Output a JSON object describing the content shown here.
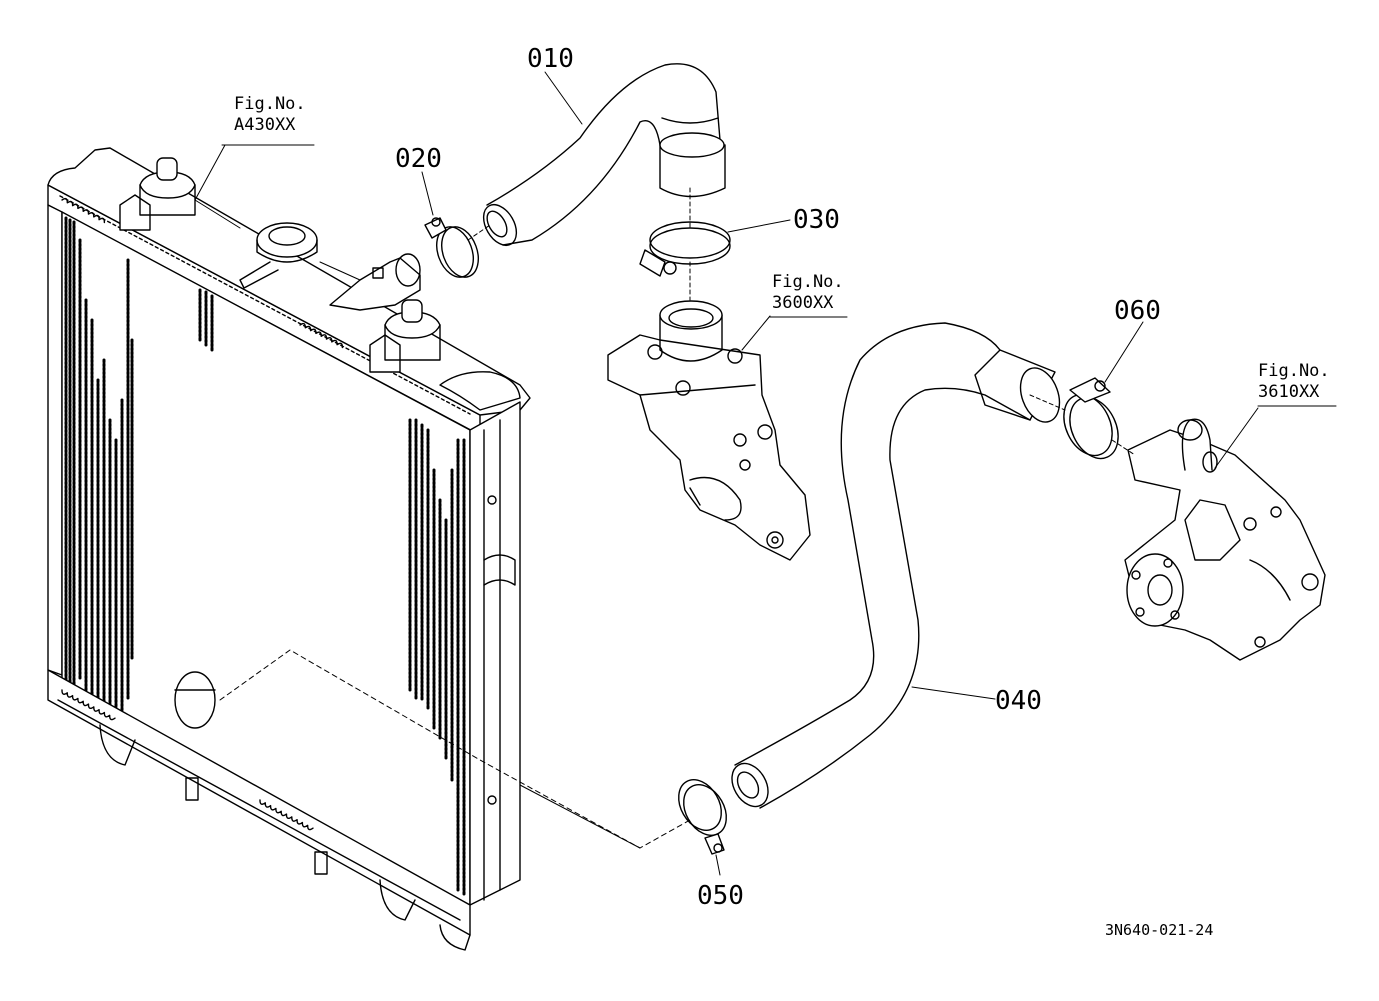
{
  "parts": [
    {
      "id": "010"
    },
    {
      "id": "020"
    },
    {
      "id": "030"
    },
    {
      "id": "040"
    },
    {
      "id": "050"
    },
    {
      "id": "060"
    }
  ],
  "figure_refs": [
    {
      "line1": "Fig.No.",
      "line2": "A430XX"
    },
    {
      "line1": "Fig.No.",
      "line2": "3600XX"
    },
    {
      "line1": "Fig.No.",
      "line2": "3610XX"
    }
  ],
  "drawing_code": "3N640-021-24",
  "colors": {
    "line": "#000000",
    "background": "#ffffff"
  }
}
